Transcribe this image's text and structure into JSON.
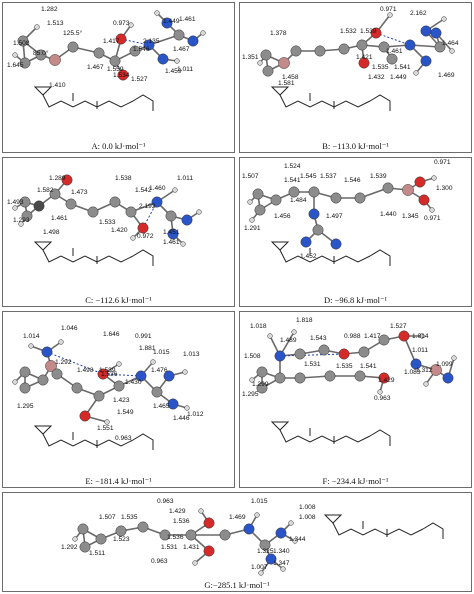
{
  "colors": {
    "carbon": "#8c8c8c",
    "carbon_dark": "#4a4a4a",
    "oxygen": "#d42a2a",
    "nitrogen": "#2a55c8",
    "hydrogen": "#d8d8d8",
    "cation": "#c48a8a",
    "hbond": "#1b3fb0"
  },
  "panels": [
    {
      "id": "A",
      "caption": "A: 0.0 kJ·mol⁻¹",
      "labels": [
        "1.282",
        "1.513",
        "1.508",
        "1.645",
        "85.0°",
        "125.5°",
        "1.410",
        "1.467",
        "1.559",
        "1.417",
        "1.534",
        "1.527",
        "0.973",
        "1.546",
        "2.135",
        "1.449",
        "1.461",
        "1.467",
        "1.459",
        "1.011"
      ]
    },
    {
      "id": "B",
      "caption": "B: −113.0 kJ·mol⁻¹",
      "labels": [
        "1.378",
        "1.351",
        "1.458",
        "1.581",
        "1.532",
        "1.539",
        "1.421",
        "0.971",
        "2.162",
        "1.461",
        "1.464",
        "1.432",
        "1.535",
        "1.541",
        "1.449",
        "1.469"
      ]
    },
    {
      "id": "C",
      "caption": "C: −112.6 kJ·mol⁻¹",
      "labels": [
        "1.289",
        "1.582",
        "1.473",
        "1.493",
        "1.461",
        "1.498",
        "1.293",
        "1.533",
        "1.538",
        "1.542",
        "1.460",
        "1.011",
        "2.192",
        "1.420",
        "0.972",
        "1.451",
        "1.461"
      ]
    },
    {
      "id": "D",
      "caption": "D: −96.8 kJ·mol⁻¹",
      "labels": [
        "1.524",
        "1.507",
        "1.541",
        "1.545",
        "1.537",
        "1.546",
        "1.539",
        "1.484",
        "1.291",
        "1.456",
        "1.497",
        "1.452",
        "0.971",
        "1.300",
        "1.440",
        "1.345",
        "0.971"
      ]
    },
    {
      "id": "E",
      "caption": "E: −181.4 kJ·mol⁻¹",
      "labels": [
        "1.046",
        "1.014",
        "1.646",
        "0.991",
        "1.881",
        "1.015",
        "1.292",
        "1.013",
        "1.498",
        "1.539",
        "1.536",
        "1.476",
        "1.295",
        "1.430",
        "1.423",
        "1.549",
        "1.465",
        "1.446",
        "1.012",
        "1.551",
        "0.963"
      ]
    },
    {
      "id": "F",
      "caption": "F: −234.4 kJ·mol⁻¹",
      "labels": [
        "1.018",
        "1.818",
        "1.489",
        "1.543",
        "0.988",
        "1.417",
        "1.527",
        "1.014",
        "1.508",
        "1.531",
        "1.535",
        "1.541",
        "1.299",
        "1.295",
        "1.429",
        "1.011",
        "1.083",
        "1.312",
        "1.099",
        "0.963"
      ]
    },
    {
      "id": "G",
      "caption": "G:−285.1 kJ·mol⁻¹",
      "labels": [
        "0.963",
        "1.429",
        "1.536",
        "1.507",
        "1.535",
        "1.523",
        "1.536",
        "1.469",
        "1.015",
        "1.008",
        "1.292",
        "1.511",
        "1.531",
        "1.431",
        "1.325",
        "1.340",
        "1.347",
        "1.007",
        "1.344",
        "0.963",
        "1.008"
      ]
    }
  ]
}
